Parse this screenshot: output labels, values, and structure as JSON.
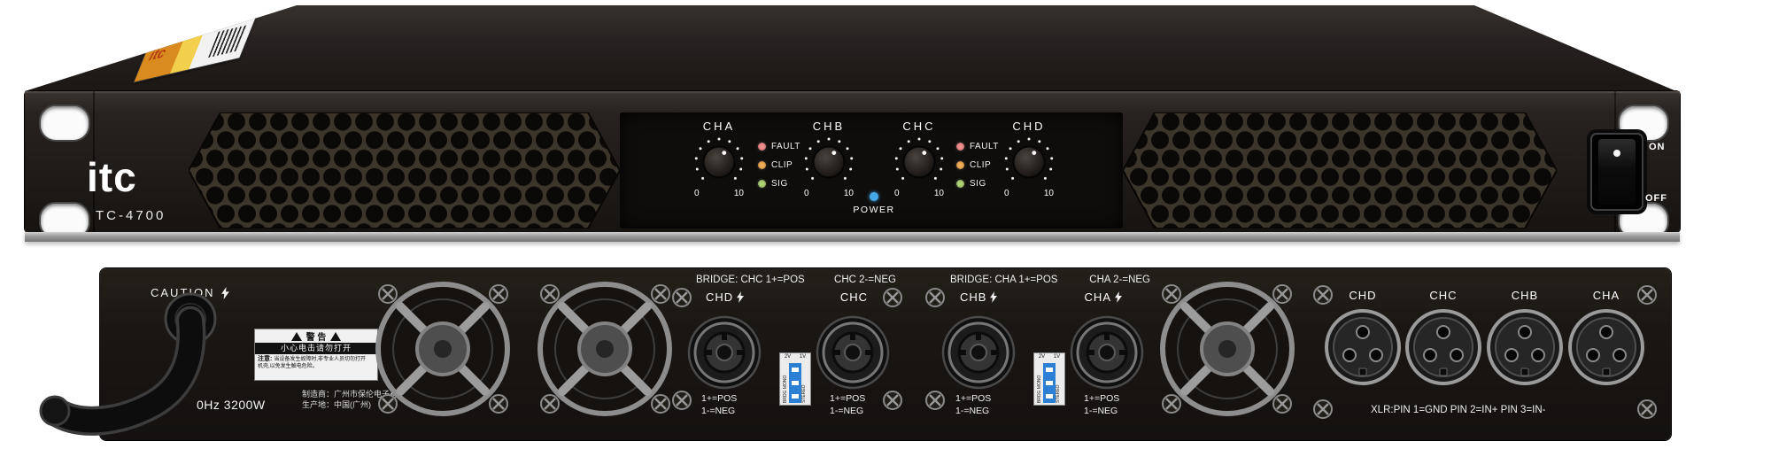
{
  "front": {
    "brand": "itc",
    "model": "TC-4700",
    "sticker_brand": "itc",
    "channels": [
      {
        "label": "CHA",
        "min": "0",
        "max": "10"
      },
      {
        "label": "CHB",
        "min": "0",
        "max": "10"
      },
      {
        "label": "CHC",
        "min": "0",
        "max": "10"
      },
      {
        "label": "CHD",
        "min": "0",
        "max": "10"
      }
    ],
    "led_labels": [
      "FAULT",
      "CLIP",
      "SIG"
    ],
    "led_colors": {
      "fault": "#f08d8d",
      "clip": "#f0aa55",
      "sig": "#aed173",
      "power": "#45a8e8"
    },
    "power_label": "POWER",
    "switch_on": "ON",
    "switch_off": "OFF"
  },
  "rear": {
    "caution": "CAUTION",
    "power_rating": "0Hz 3200W",
    "warning": {
      "title": "警 告",
      "subtitle": "小心电击请勿打开",
      "note_label": "注意:",
      "note_line1": "当设备发生故障时,非专业人员切勿打开",
      "note_line2": "机壳,以免发生触电危险。"
    },
    "manufacturer_line1": "制造商：广州市保伦电子有限公司",
    "manufacturer_line2": "生产地：中国(广州)",
    "groups": [
      {
        "bridge_left": "BRIDGE: CHC 1+=POS",
        "bridge_right": "CHC 2-=NEG",
        "ch_left": "CHD",
        "ch_right": "CHC",
        "pos": "1+=POS",
        "neg": "1-=NEG",
        "dip_v2": "2V",
        "dip_v1": "1V",
        "dip_left": "BRDG MONO",
        "dip_right": "STEREO"
      },
      {
        "bridge_left": "BRIDGE: CHA 1+=POS",
        "bridge_right": "CHA 2-=NEG",
        "ch_left": "CHB",
        "ch_right": "CHA",
        "pos": "1+=POS",
        "neg": "1-=NEG",
        "dip_v2": "2V",
        "dip_v1": "1V",
        "dip_left": "BRDG MONO",
        "dip_right": "STEREO"
      }
    ],
    "xlr_labels": [
      "CHD",
      "CHC",
      "CHB",
      "CHA"
    ],
    "xlr_pin_info": "XLR:PIN 1=GND PIN 2=IN+ PIN 3=IN-"
  }
}
